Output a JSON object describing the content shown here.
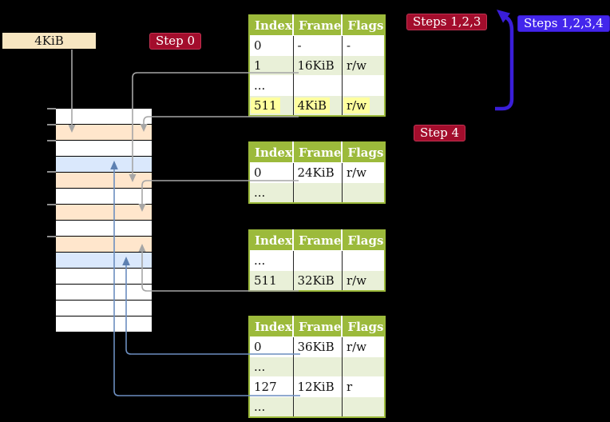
{
  "colors": {
    "header_green": "#9cba3b",
    "row_green": "#e9f0d8",
    "highlight_yellow": "#ffff9e",
    "crimson": "#a30d2c",
    "blue_violet": "#4326ec",
    "loop_blue": "#3a1ed8",
    "arrow_gray": "#a6a6a6",
    "arrow_blue": "#6c8ebf",
    "mem_orange": "#ffe6cc",
    "mem_blue": "#dae8fc",
    "label_tan": "#f7e6c1"
  },
  "labels": {
    "frame_size": "4KiB",
    "step0": "Step 0",
    "steps123": "Steps 1,2,3",
    "steps1234": "Steps 1,2,3,4",
    "step4": "Step 4"
  },
  "tables": [
    {
      "headers": [
        "Index",
        "Frame",
        "Flags"
      ],
      "rows": [
        {
          "index": "0",
          "frame": "-",
          "flags": "-"
        },
        {
          "index": "1",
          "frame": "16KiB",
          "flags": "r/w"
        },
        {
          "index": "...",
          "frame": "",
          "flags": ""
        },
        {
          "index": "511",
          "frame": "4KiB",
          "flags": "r/w"
        }
      ]
    },
    {
      "headers": [
        "Index",
        "Frame",
        "Flags"
      ],
      "rows": [
        {
          "index": "0",
          "frame": "24KiB",
          "flags": "r/w"
        },
        {
          "index": "...",
          "frame": "",
          "flags": ""
        }
      ]
    },
    {
      "headers": [
        "Index",
        "Frame",
        "Flags"
      ],
      "rows": [
        {
          "index": "...",
          "frame": "",
          "flags": ""
        },
        {
          "index": "511",
          "frame": "32KiB",
          "flags": "r/w"
        }
      ]
    },
    {
      "headers": [
        "Index",
        "Frame",
        "Flags"
      ],
      "rows": [
        {
          "index": "0",
          "frame": "36KiB",
          "flags": "r/w"
        },
        {
          "index": "...",
          "frame": "",
          "flags": ""
        },
        {
          "index": "127",
          "frame": "12KiB",
          "flags": "r"
        },
        {
          "index": "...",
          "frame": "",
          "flags": ""
        }
      ]
    }
  ],
  "memory_column": {
    "row_colors": [
      "white",
      "orange",
      "white",
      "blue",
      "orange",
      "white",
      "orange",
      "white",
      "orange",
      "blue",
      "white",
      "white",
      "white",
      "white"
    ]
  }
}
